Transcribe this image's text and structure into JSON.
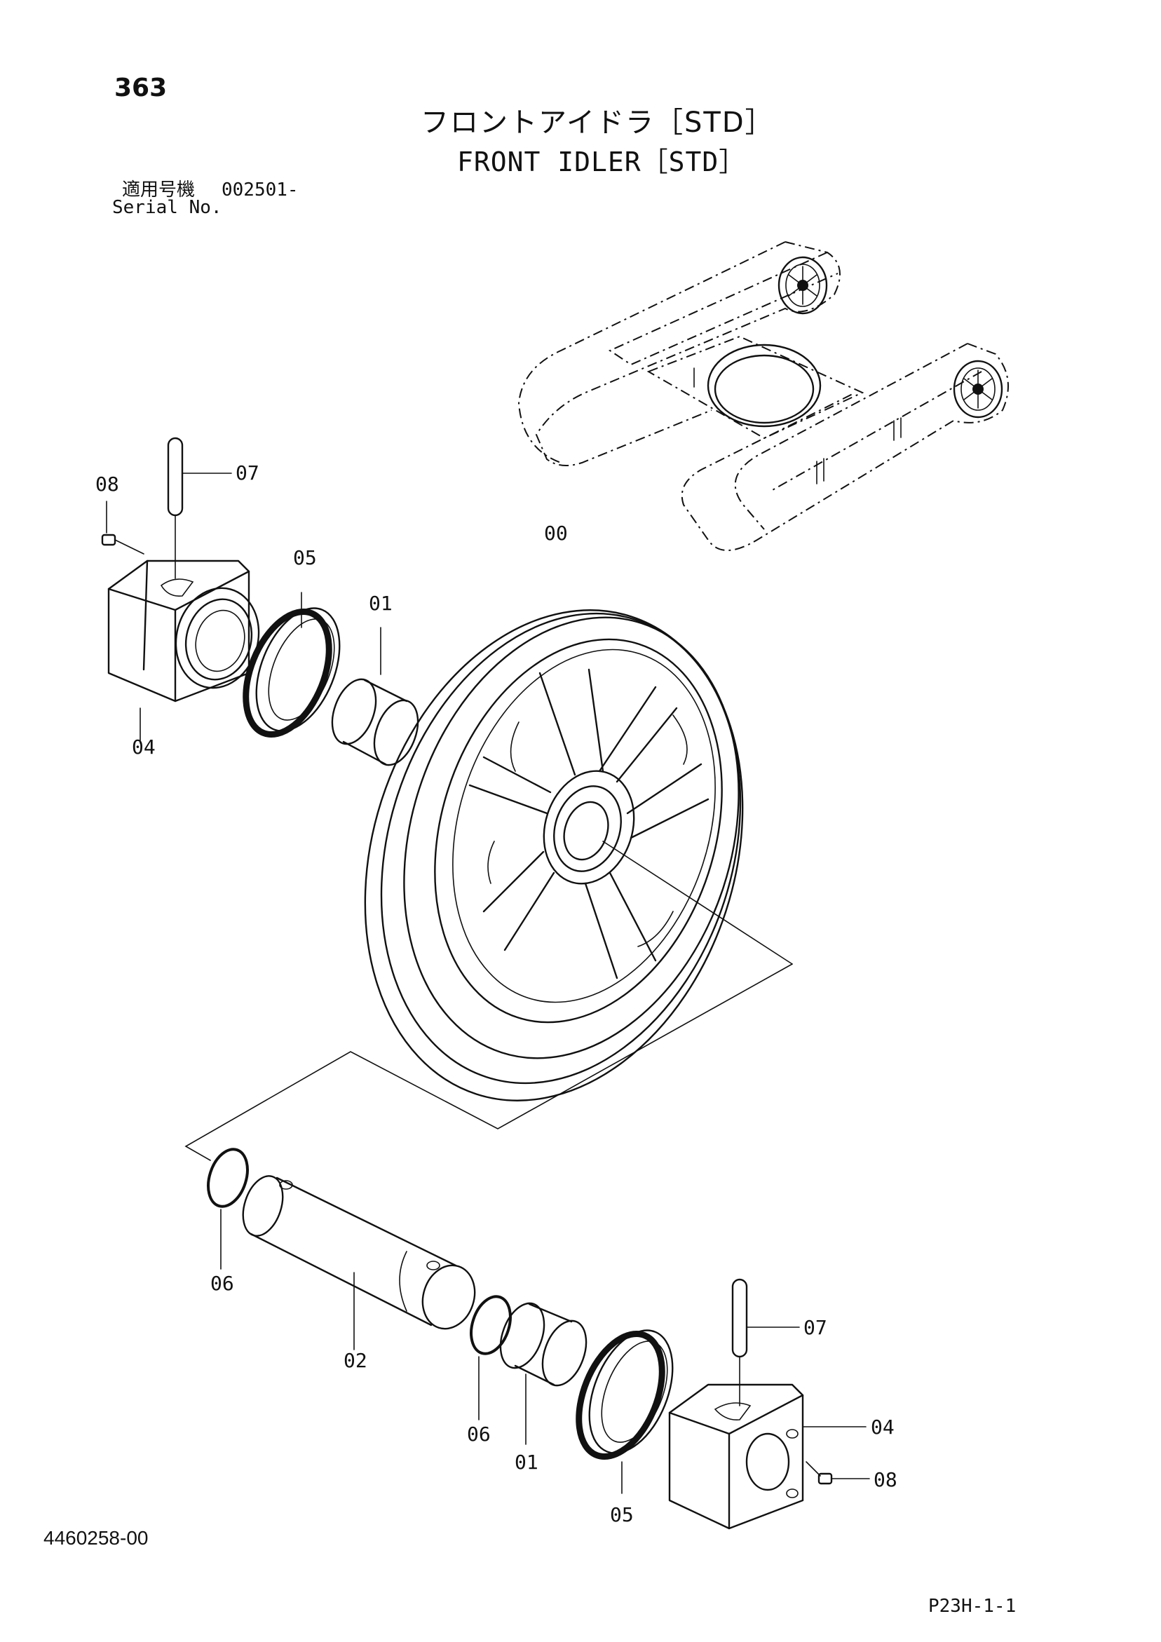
{
  "page": {
    "page_number": "363",
    "title_jp": "フロントアイドラ［STD］",
    "title_en": "FRONT IDLER［STD］",
    "serial_label_jp": "適用号機",
    "serial_value": "002501-",
    "serial_label_en": "Serial No.",
    "drawing_number": "4460258-00",
    "page_reference": "P23H-1-1"
  },
  "callouts": [
    "00",
    "01",
    "01",
    "02",
    "04",
    "04",
    "05",
    "05",
    "06",
    "06",
    "07",
    "07",
    "08",
    "08"
  ],
  "icons": {
    "undercarriage": "track-frame-icon",
    "idler_wheel": "idler-wheel-icon",
    "shaft": "shaft-icon",
    "bushing": "bushing-icon",
    "seal": "seal-ring-icon",
    "bracket": "bracket-icon",
    "pin": "pin-icon",
    "plug": "plug-icon",
    "o_ring": "o-ring-icon"
  }
}
